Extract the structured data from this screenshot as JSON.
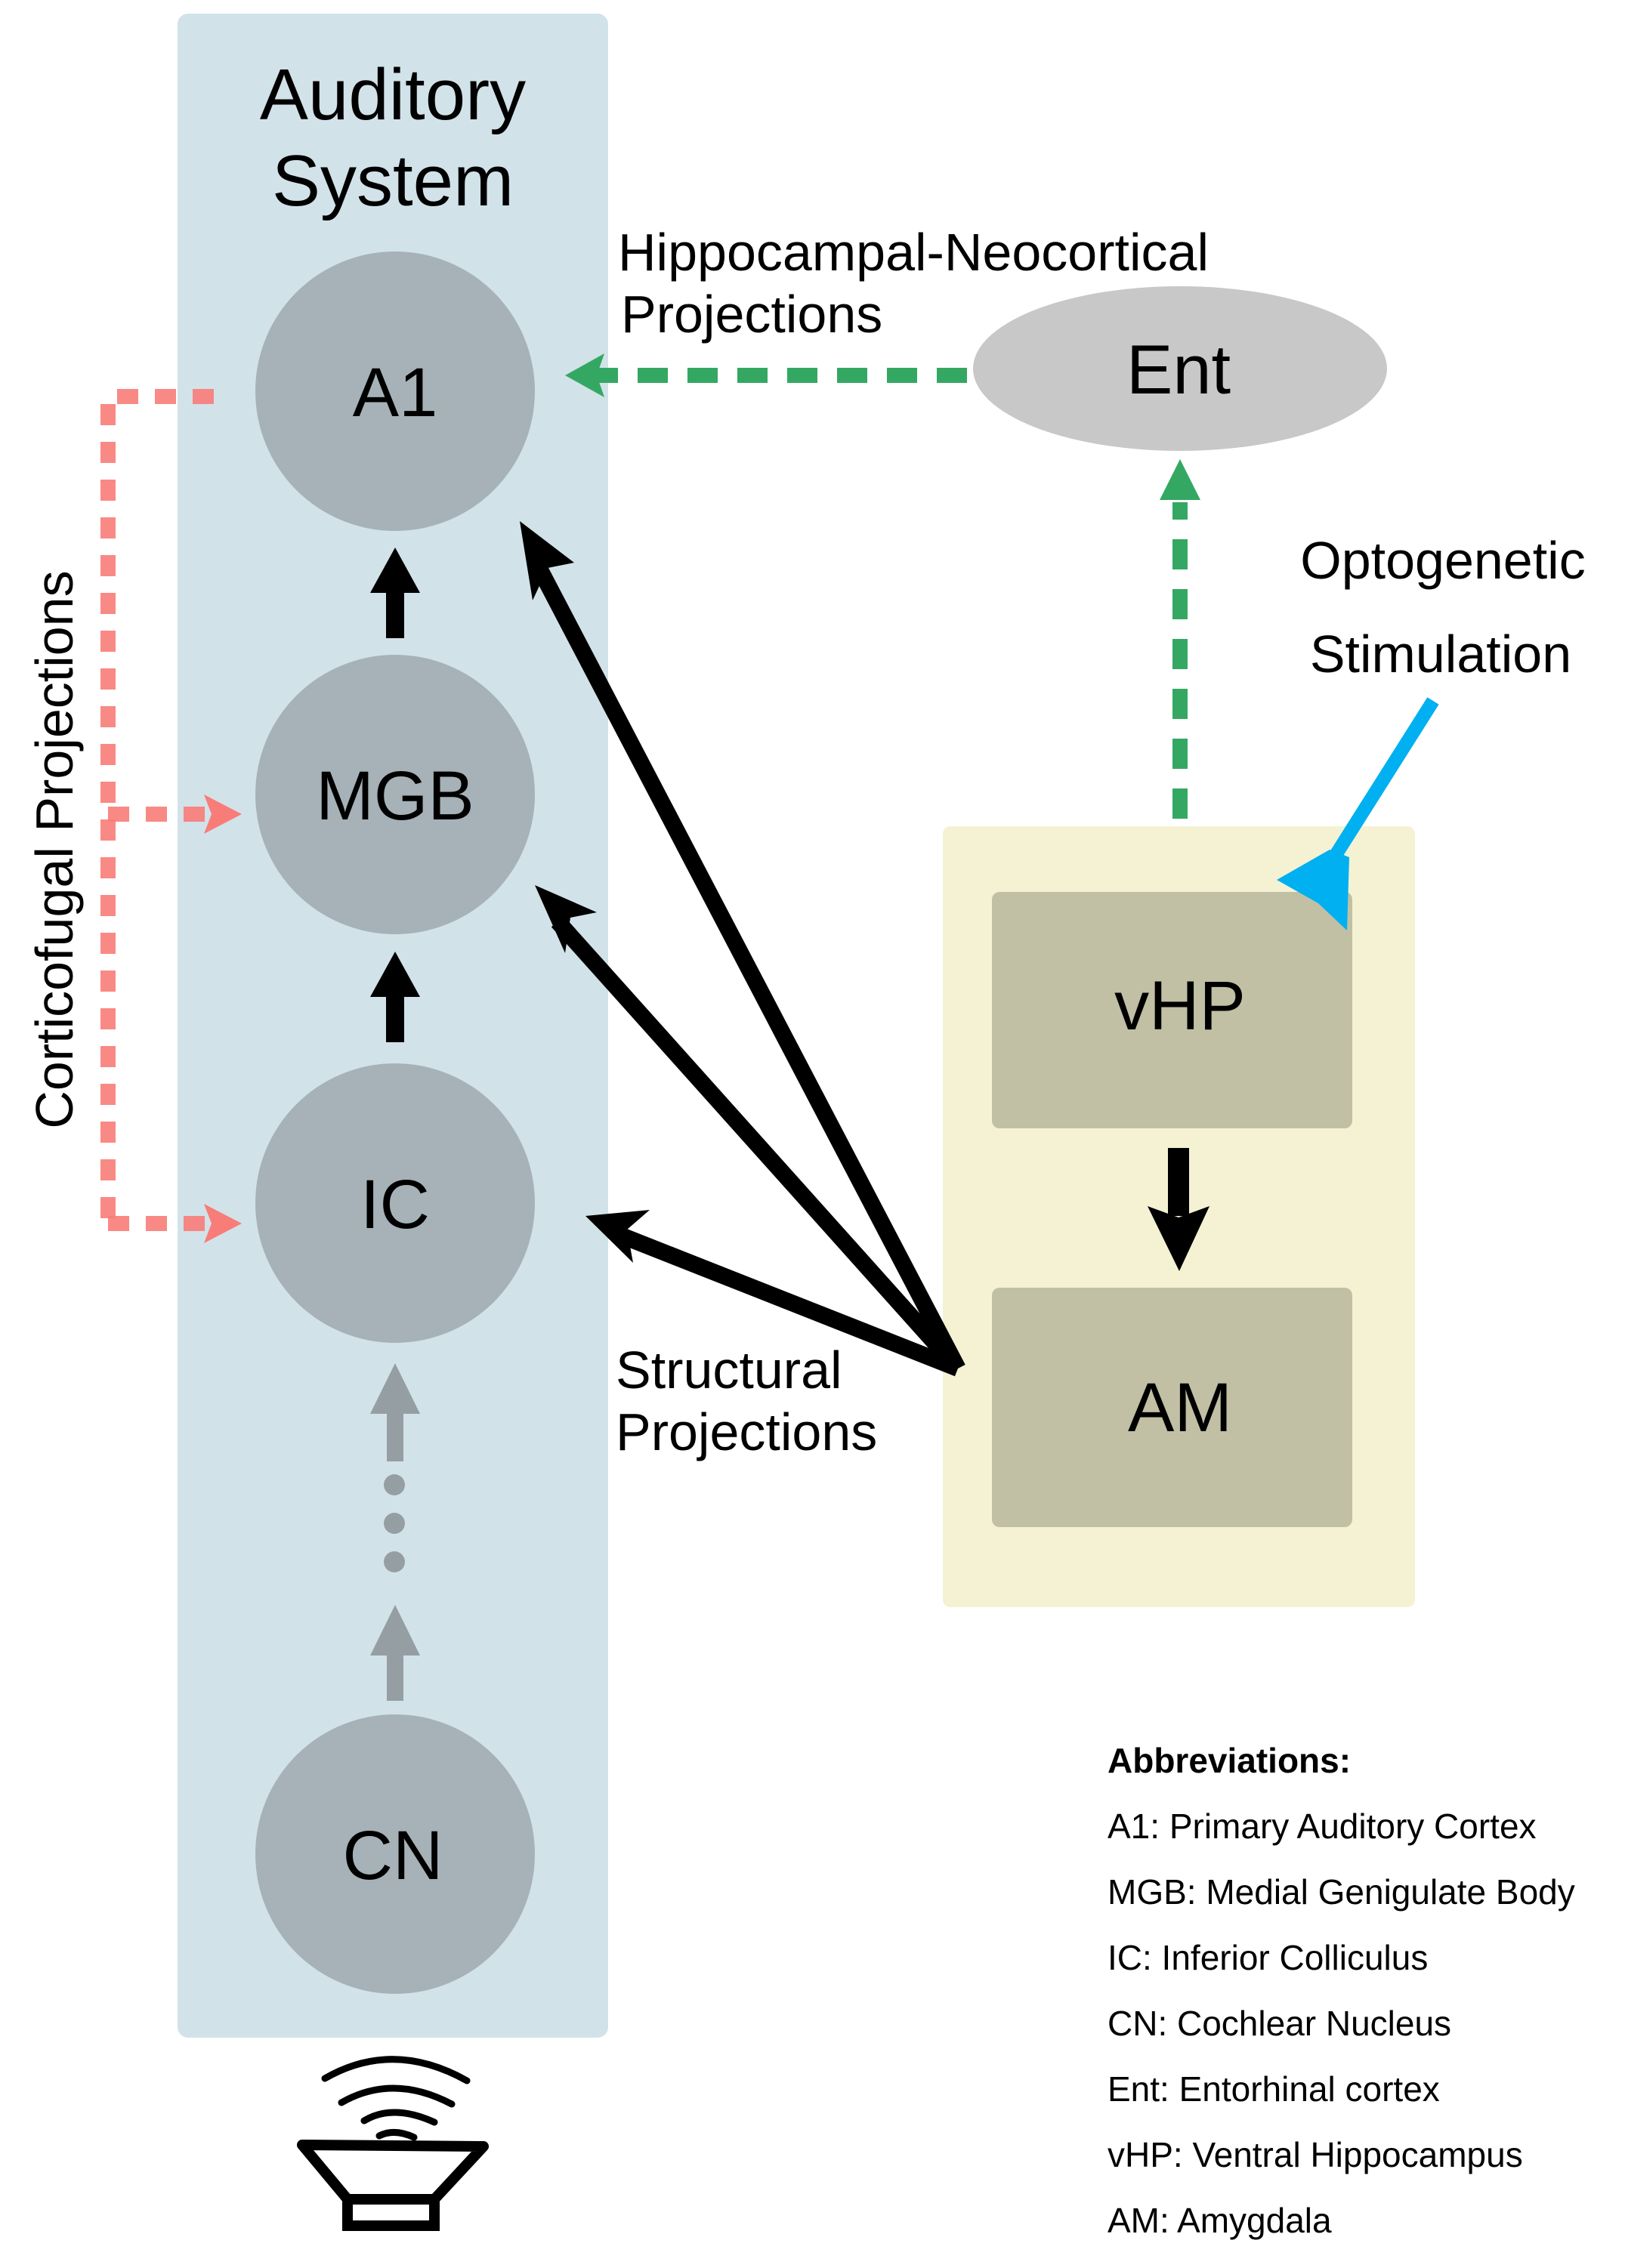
{
  "diagram": {
    "panel_title_line1": "Auditory",
    "panel_title_line2": "System",
    "nodes": {
      "a1": "A1",
      "mgb": "MGB",
      "ic": "IC",
      "cn": "CN",
      "ent": "Ent",
      "vhp": "vHP",
      "am": "AM"
    },
    "labels": {
      "hippocampal_line1": "Hippocampal-Neocortical",
      "hippocampal_line2": "Projections",
      "optogenetic_line1": "Optogenetic",
      "optogenetic_line2": "Stimulation",
      "structural_line1": "Structural",
      "structural_line2": "Projections",
      "corticofugal": "Corticofugal Projections"
    },
    "icons": {
      "sound_source": "speaker-icon"
    },
    "abbreviations": {
      "heading": "Abbreviations:",
      "items": [
        "A1: Primary Auditory Cortex",
        "MGB: Medial Genigulate Body",
        "IC: Inferior Colliculus",
        "CN: Cochlear Nucleus",
        "Ent: Entorhinal cortex",
        "vHP: Ventral Hippocampus",
        "AM: Amygdala"
      ]
    },
    "colors": {
      "auditory_panel": "#d2e2e9",
      "node_fill": "#a6b2b8",
      "ent_fill": "#c8c8c8",
      "limbic_panel": "#f4f2d3",
      "limbic_box": "#c1c0a5",
      "corticofugal": "#f87c78",
      "hippocampal": "#34a862",
      "structural": "#000000",
      "ascending_faint": "#959ea3",
      "optogenetic": "#00b0f0"
    }
  }
}
